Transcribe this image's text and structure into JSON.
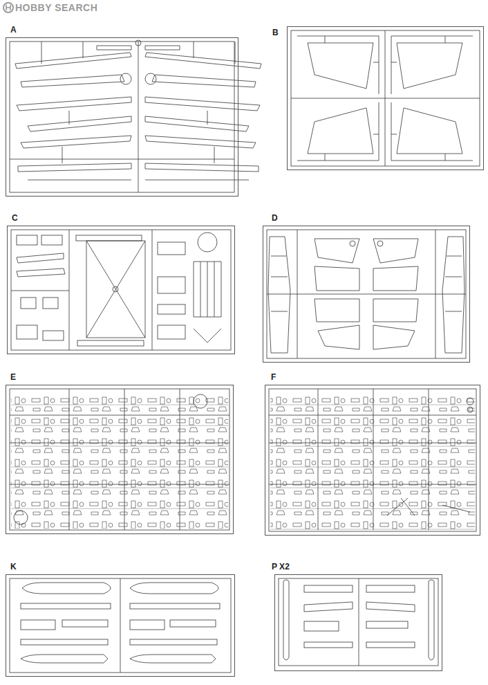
{
  "diagram": {
    "nodes": [
      {
        "text": [
          "A"
        ]
      },
      {
        "text": [
          "B"
        ]
      },
      {
        "text": [
          "C"
        ]
      },
      {
        "text": [
          "D"
        ]
      },
      {
        "text": [
          "E"
        ]
      },
      {
        "text": [
          "F"
        ]
      },
      {
        "text": [
          "K"
        ]
      },
      {
        "text": [
          "P X2"
        ]
      }
    ],
    "labels": [
      "HOBBY SEARCH"
    ]
  }
}
